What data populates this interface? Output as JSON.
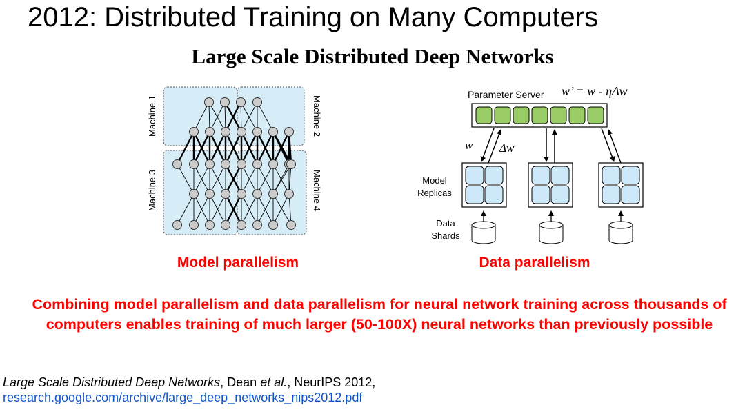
{
  "slide": {
    "title": "2012: Distributed Training on Many Computers"
  },
  "paper_title": "Large Scale Distributed Deep Networks",
  "model_parallel": {
    "machines": [
      "Machine 1",
      "Machine 2",
      "Machine 3",
      "Machine 4"
    ],
    "caption": "Model parallelism"
  },
  "data_parallel": {
    "server_label": "Parameter Server",
    "update_rule": "w’ = w - ηΔw",
    "w_label": "w",
    "dw_label": "Δw",
    "replicas_label": [
      "Model",
      "Replicas"
    ],
    "shards_label": [
      "Data",
      "Shards"
    ],
    "caption": "Data parallelism"
  },
  "statement": "Combining model parallelism and data parallelism for neural network training across thousands of computers enables training of much larger (50-100X) neural networks than previously possible",
  "citation": {
    "title": "Large Scale Distributed Deep Networks",
    "mid1": ", Dean ",
    "etal": "et al.",
    "mid2": ", NeurIPS 2012,",
    "link": "research.google.com/archive/large_deep_networks_nips2012.pdf"
  },
  "colors": {
    "accent_red": "#ff0000",
    "machine_fill": "#d6ecf7",
    "server_cell": "#99cc66",
    "link": "#1155cc"
  }
}
